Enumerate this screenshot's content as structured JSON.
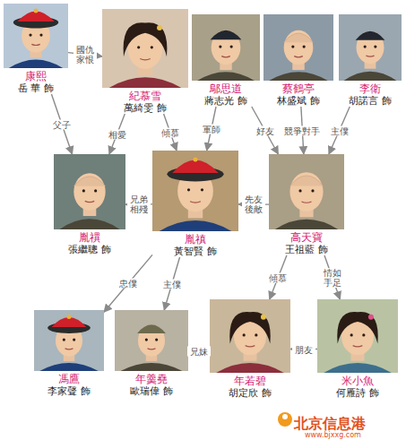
{
  "diagram": {
    "nodes": [
      {
        "text": [
          "康熙",
          "岳 華 飾"
        ]
      },
      {
        "text": [
          "紀慕雪",
          "萬綺雯 飾"
        ]
      },
      {
        "text": [
          "鄔思道",
          "蔣志光 飾"
        ]
      },
      {
        "text": [
          "蔡鶴亭",
          "林盛斌 飾"
        ]
      },
      {
        "text": [
          "李衛",
          "胡諾言 飾"
        ]
      },
      {
        "text": [
          "胤禩",
          "張繼聰 飾"
        ]
      },
      {
        "text": [
          "胤禛",
          "黃智賢 飾"
        ]
      },
      {
        "text": [
          "高天寶",
          "王祖藍 飾"
        ]
      },
      {
        "text": [
          "馮鷹",
          "李家聲 飾"
        ]
      },
      {
        "text": [
          "年羹堯",
          "歐瑞偉 飾"
        ]
      },
      {
        "text": [
          "年若碧",
          "胡定欣 飾"
        ]
      },
      {
        "text": [
          "米小魚",
          "何雁詩 飾"
        ]
      }
    ],
    "edges": [
      {
        "from": 0,
        "to": 1,
        "label": "國仇家恨",
        "arrow": "to"
      },
      {
        "from": 0,
        "to": 5,
        "label": "父子",
        "arrow": "to"
      },
      {
        "from": 1,
        "to": 5,
        "label": "相愛",
        "arrow": "to"
      },
      {
        "from": 1,
        "to": 6,
        "label": "傾慕",
        "arrow": "to"
      },
      {
        "from": 2,
        "to": 6,
        "label": "軍師",
        "arrow": "to"
      },
      {
        "from": 2,
        "to": 7,
        "label": "好友",
        "arrow": "to"
      },
      {
        "from": 3,
        "to": 7,
        "label": "競爭對手",
        "arrow": "to"
      },
      {
        "from": 4,
        "to": 7,
        "label": "主僕",
        "arrow": "to"
      },
      {
        "from": 6,
        "to": 5,
        "label": "兄弟相殘",
        "arrow": "to"
      },
      {
        "from": 7,
        "to": 6,
        "label": "先友後敵",
        "arrow": "to"
      },
      {
        "from": 7,
        "to": 10,
        "label": "傾慕",
        "arrow": "to"
      },
      {
        "from": 7,
        "to": 11,
        "label": "情如手足",
        "arrow": "to"
      },
      {
        "from": 6,
        "to": 8,
        "label": "忠僕",
        "arrow": "to"
      },
      {
        "from": 6,
        "to": 9,
        "label": "主僕",
        "arrow": "to"
      },
      {
        "from": 10,
        "to": 9,
        "label": "兄妹",
        "arrow": "to"
      },
      {
        "from": 11,
        "to": 10,
        "label": "朋友",
        "arrow": "to"
      }
    ],
    "labels": [
      "北京信息港",
      "www.bjxxg.com"
    ]
  }
}
